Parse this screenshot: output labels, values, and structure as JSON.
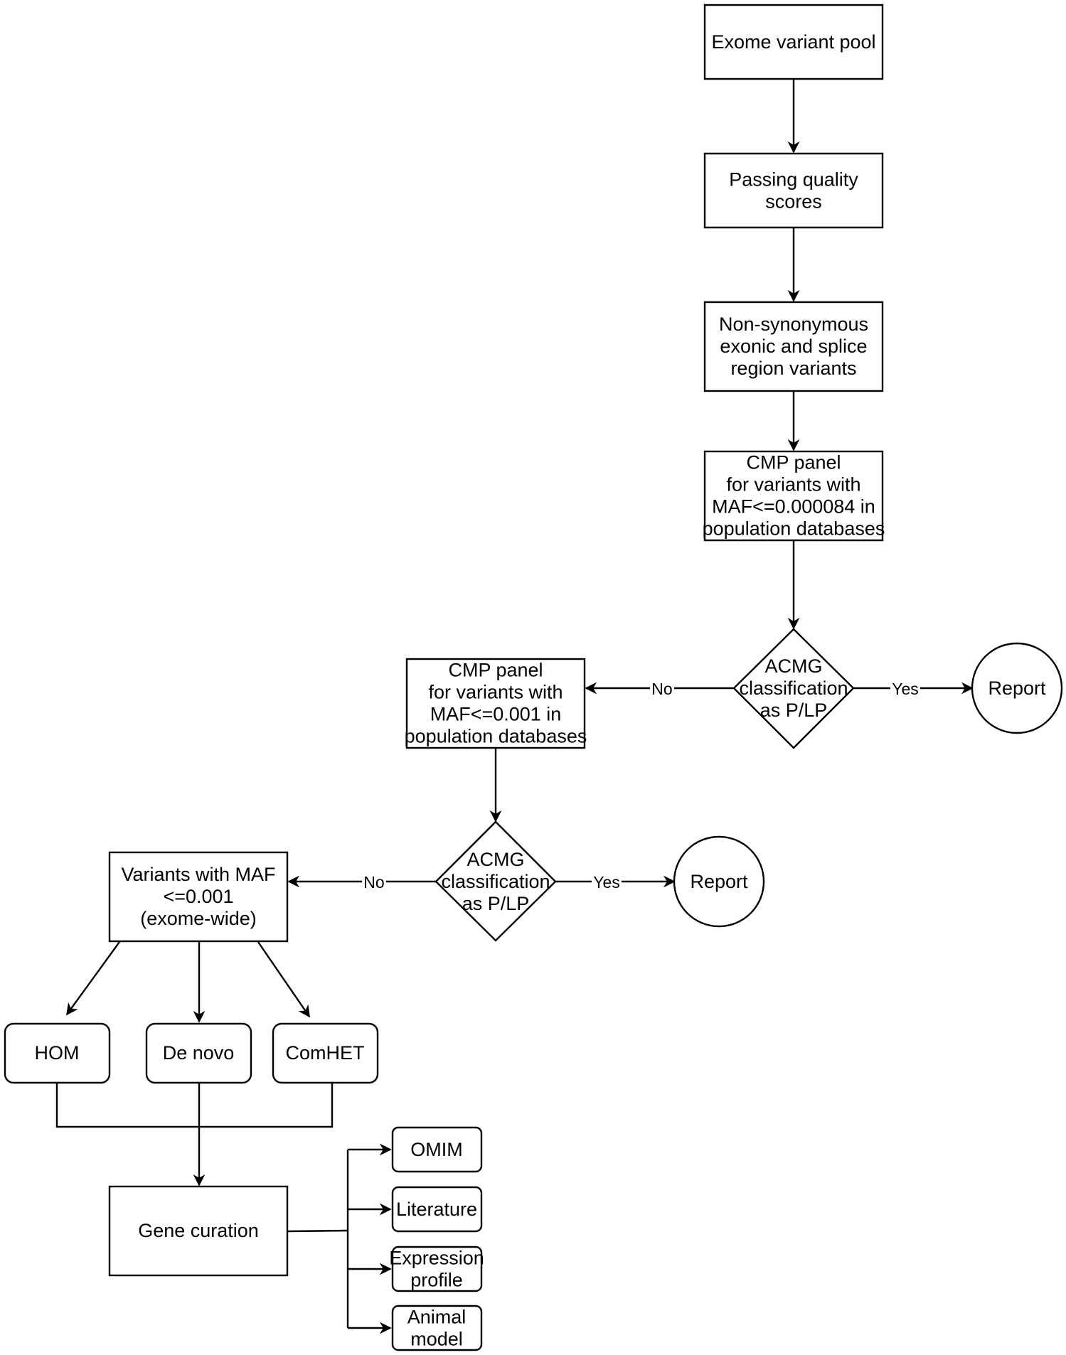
{
  "nodes": {
    "exome_pool": {
      "lines": [
        "Exome variant pool"
      ]
    },
    "quality": {
      "lines": [
        "Passing quality",
        "scores"
      ]
    },
    "nonsyn": {
      "lines": [
        "Non-synonymous",
        "exonic and splice",
        "region variants"
      ]
    },
    "cmp1": {
      "lines": [
        "CMP panel",
        "for variants with",
        "MAF<=0.000084 in",
        "population databases"
      ]
    },
    "acmg1": {
      "lines": [
        "ACMG",
        "classification",
        "as P/LP"
      ]
    },
    "report1": {
      "lines": [
        "Report"
      ]
    },
    "cmp2": {
      "lines": [
        "CMP panel",
        "for variants with",
        "MAF<=0.001 in",
        "population databases"
      ]
    },
    "acmg2": {
      "lines": [
        "ACMG",
        "classification",
        "as P/LP"
      ]
    },
    "report2": {
      "lines": [
        "Report"
      ]
    },
    "exome_wide": {
      "lines": [
        "Variants with MAF",
        "<=0.001",
        "(exome-wide)"
      ]
    },
    "hom": {
      "lines": [
        "HOM"
      ]
    },
    "denovo": {
      "lines": [
        "De novo"
      ]
    },
    "comhet": {
      "lines": [
        "ComHET"
      ]
    },
    "curation": {
      "lines": [
        "Gene curation"
      ]
    },
    "omim": {
      "lines": [
        "OMIM"
      ]
    },
    "literature": {
      "lines": [
        "Literature"
      ]
    },
    "expression": {
      "lines": [
        "Expression",
        "profile"
      ]
    },
    "animal": {
      "lines": [
        "Animal",
        "model"
      ]
    }
  },
  "edge_labels": {
    "acmg1_yes": "Yes",
    "acmg1_no": "No",
    "acmg2_yes": "Yes",
    "acmg2_no": "No"
  }
}
